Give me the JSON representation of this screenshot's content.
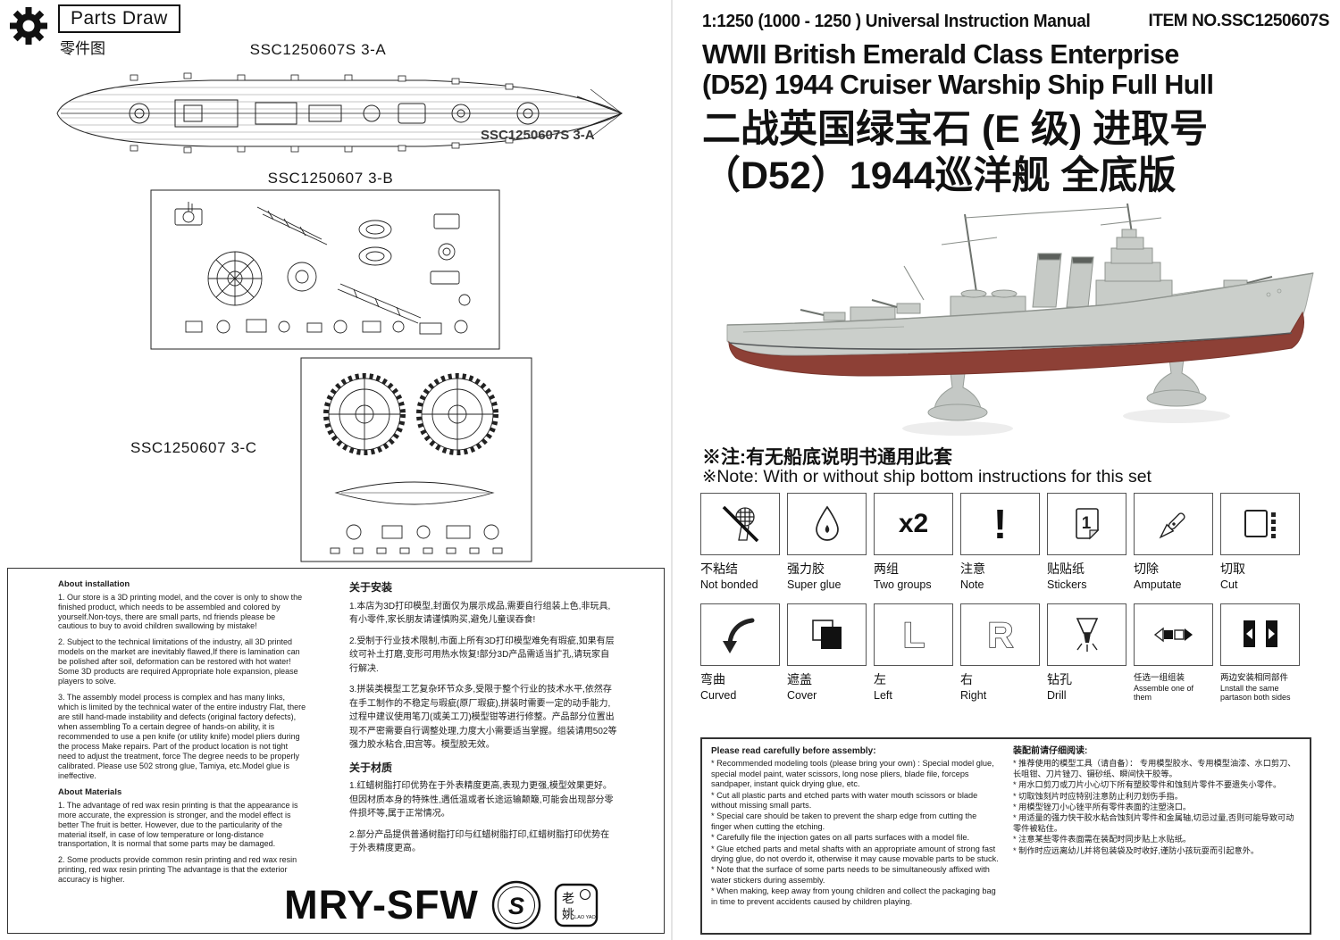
{
  "left": {
    "header": {
      "title": "Parts Draw",
      "subtitle": "零件图"
    },
    "labels": {
      "a": "SSC1250607S 3-A",
      "b": "SSC1250607 3-B",
      "c": "SSC1250607 3-C"
    },
    "watermark_a": "SSC1250607S  3-A",
    "notes": {
      "en": {
        "installation_title": "About installation",
        "installation": [
          "1. Our store is a 3D printing model, and the cover is only to show the finished product, which needs to be assembled and colored by yourself.Non-toys, there are small parts, nd friends please be cautious to buy to avoid children swallowing by mistake!",
          "2. Subject to the technical limitations of the industry, all 3D printed models on the market are inevitably flawed,If there is lamination can be polished after soil, deformation can be restored with hot water! Some 3D products are required Appropriate hole expansion, please players to solve.",
          "3. The assembly model process is complex and has many links, which is limited by the technical water of the entire industry Flat, there are still hand-made instability and defects (original factory defects), when assembling To a certain degree of hands-on ability, it is recommended to use a pen knife (or utility knife) model pliers during the process Make repairs. Part of the product location is not tight need to adjust the treatment, force The degree needs to be properly calibrated. Please use 502 strong glue, Tamiya, etc.Model glue is ineffective."
        ],
        "materials_title": "About Materials",
        "materials": [
          "1. The advantage of red wax resin printing is that the appearance is more accurate, the expression is stronger, and the model effect is better The fruit is better. However, due to the particularity of the material itself, in case of low temperature or long-distance transportation, It is normal that some parts may be damaged.",
          "2. Some products provide common resin printing and red wax resin printing, red wax resin printing The advantage is that the exterior accuracy is higher."
        ]
      },
      "zh": {
        "installation_title": "关于安装",
        "installation": [
          "1.本店为3D打印模型,封面仅为展示成品,需要自行组装上色,非玩具,有小零件,家长朋友请谨慎购买,避免儿童误吞食!",
          "2.受制于行业技术限制,市面上所有3D打印模型难免有瑕疵,如果有层纹可补土打磨,变形可用热水恢复!部分3D产品需适当扩孔,请玩家自行解决.",
          "3.拼装类模型工艺复杂环节众多,受限于整个行业的技术水平,依然存在手工制作的不稳定与瑕疵(原厂瑕疵),拼装时需要一定的动手能力,过程中建议使用笔刀(或美工刀)模型钳等进行修整。产品部分位置出现不严密需要自行调整处理,力度大小需要适当掌握。组装请用502等强力胶水粘合,田宫等。模型胶无效。"
        ],
        "materials_title": "关于材质",
        "materials": [
          "1.红蜡树脂打印优势在于外表精度更高,表现力更强,模型效果更好。但因材质本身的特殊性,遇低温或者长途运输颠簸,可能会出现部分零件损坏等,属于正常情况。",
          "2.部分产品提供普通树脂打印与红蜡树脂打印,红蜡树脂打印优势在于外表精度更高。"
        ]
      }
    },
    "brand": {
      "name": "MRY-SFW",
      "monogram": "S",
      "stamp_char1": "老",
      "stamp_char2": "姚",
      "stamp_sub": "LAO YAO"
    }
  },
  "right": {
    "header": {
      "manual": "1:1250 (1000 - 1250 ) Universal Instruction Manual",
      "item_no": "ITEM NO.SSC1250607S"
    },
    "title_en": [
      "WWII British Emerald Class Enterprise",
      "(D52) 1944 Cruiser Warship Ship Full Hull"
    ],
    "title_zh": [
      "二战英国绿宝石 (E 级) 进取号",
      "（D52）1944巡洋舰 全底版"
    ],
    "note_zh": "※注:有无船底说明书通用此套",
    "note_en": "※Note: With or without ship bottom instructions for this set",
    "icons_row1": [
      {
        "zh": "不粘结",
        "en": "Not bonded"
      },
      {
        "zh": "强力胶",
        "en": "Super glue"
      },
      {
        "zh": "两组",
        "en": "Two groups",
        "glyph": "x2"
      },
      {
        "zh": "注意",
        "en": "Note",
        "glyph": "!"
      },
      {
        "zh": "贴贴纸",
        "en": "Stickers",
        "glyph": "1"
      },
      {
        "zh": "切除",
        "en": "Amputate"
      },
      {
        "zh": "切取",
        "en": "Cut"
      }
    ],
    "icons_row2": [
      {
        "zh": "弯曲",
        "en": "Curved"
      },
      {
        "zh": "遮盖",
        "en": "Cover"
      },
      {
        "zh": "左",
        "en": "Left",
        "glyph": "L"
      },
      {
        "zh": "右",
        "en": "Right",
        "glyph": "R"
      },
      {
        "zh": "钻孔",
        "en": "Drill"
      },
      {
        "zh": "任选一组组装",
        "en": "Assemble one of them"
      },
      {
        "zh": "两边安装相同部件",
        "en": "Lnstall the same partason both sides"
      }
    ],
    "assembly": {
      "en_title": "Please read carefully before assembly:",
      "en_items": [
        "* Recommended modeling tools (please bring your own) : Special model glue, special model paint, water scissors, long nose pliers, blade file, forceps sandpaper, instant quick drying glue, etc.",
        "* Cut all plastic parts and etched parts with water mouth scissors or blade without missing small parts.",
        "* Special care should be taken to prevent the sharp edge from cutting the finger when cutting the etching.",
        "* Carefully file the injection gates on all parts surfaces with a model file.",
        "* Glue etched parts and metal shafts with an appropriate amount of strong fast drying glue, do not overdo it, otherwise it may cause movable parts to be stuck.",
        "* Note that the surface of some parts needs to be simultaneously affixed with water stickers during assembly.",
        "* When making, keep away from young children and collect the packaging bag in time to prevent accidents caused by children playing."
      ],
      "zh_title": "装配前请仔细阅读:",
      "zh_items": [
        "* 推荐使用的模型工具（请自备）： 专用模型胶水、专用模型油漆、水口剪刀、长咀钳、刀片锉刀、镊砂纸、瞬间快干胶等。",
        "* 用水口剪刀或刀片小心切下所有塑胶零件和蚀刻片零件不要遗失小零件。",
        "* 切取蚀刻片时应特别注意防止利刃划伤手指。",
        "* 用模型锉刀小心锉平所有零件表面的注塑浇口。",
        "* 用适量的强力快干胶水粘合蚀刻片零件和金属轴,切忌过量,否则可能导致可动零件被粘住。",
        "* 注意某些零件表面需在装配时同步贴上水贴纸。",
        "* 制作时应远离幼儿并将包装袋及时收好,谨防小孩玩耍而引起意外。"
      ]
    }
  }
}
